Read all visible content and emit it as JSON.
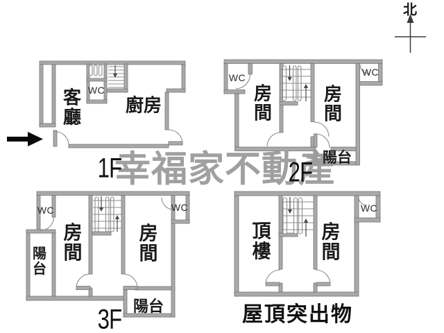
{
  "colors": {
    "wall": "#a9a9a9",
    "thin_line": "#8b8b8b",
    "watermark": "#9b9b9b",
    "text": "#1a1a1a"
  },
  "watermark": "幸福家不動產",
  "compass": {
    "north_label": "北"
  },
  "floors": {
    "f1": {
      "label": "1F",
      "living_room": "客廳",
      "kitchen": "廚房",
      "wc": "WC"
    },
    "f2": {
      "label": "2F",
      "wc_left": "WC",
      "wc_right": "WC",
      "room_left": "房間",
      "room_right": "房間",
      "balcony": "陽台"
    },
    "f3": {
      "label": "3F",
      "wc_left": "WC",
      "wc_right": "WC",
      "room_left": "房間",
      "room_right": "房間",
      "balcony_left": "陽台",
      "balcony_bottom": "陽台"
    },
    "roof": {
      "label": "屋頂突出物",
      "penthouse": "頂樓",
      "room": "房間",
      "wc": "WC"
    }
  }
}
